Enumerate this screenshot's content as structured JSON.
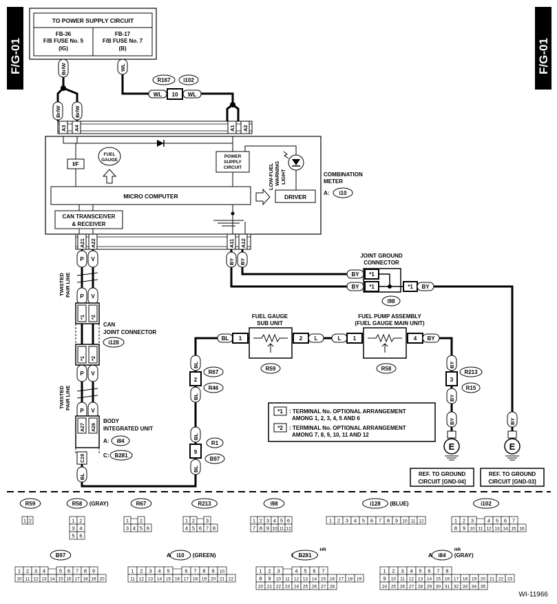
{
  "side_tabs": {
    "left": "F/G-01",
    "right": "F/G-01"
  },
  "power_supply": {
    "title": "TO POWER SUPPLY CIRCUIT",
    "left": {
      "line1": "FB-36",
      "line2": "F/B FUSE No. 5",
      "line3": "(IG)"
    },
    "right": {
      "line1": "FB-17",
      "line2": "F/B FUSE No. 7",
      "line3": "(B)"
    }
  },
  "wires": {
    "brw": "Br/W",
    "wl": "WL",
    "p": "P",
    "v": "V",
    "by": "BY",
    "bl": "BL",
    "l": "L"
  },
  "connectors_top": {
    "r167": "R167",
    "i102": "i102",
    "wl_pin": "10"
  },
  "meter": {
    "name_line1": "COMBINATION",
    "name_line2": "METER",
    "ref_prefix": "A:",
    "ref": "i10",
    "pins_top": [
      "A3",
      "A4",
      "A1",
      "A2"
    ],
    "pins_bottom": [
      "A21",
      "A22",
      "A11",
      "A12"
    ],
    "if_label": "I/F",
    "fuel_gauge": [
      "FUEL",
      "GAUGE"
    ],
    "psu": [
      "POWER",
      "SUPPLY",
      "CIRCUIT"
    ],
    "warning": [
      "LOW-FUEL",
      "WARNING",
      "LIGHT"
    ],
    "micro": "MICRO COMPUTER",
    "driver": "DRIVER",
    "can": [
      "CAN TRANSCEIVER",
      "& RECEIVER"
    ]
  },
  "twisted": [
    "TWISTED",
    "PAIR LINE"
  ],
  "can_joint": {
    "line1": "CAN",
    "line2": "JOINT CONNECTOR",
    "ref": "i128",
    "t1": "*1",
    "t2": "*2"
  },
  "body_unit": {
    "line1": "BODY",
    "line2": "INTEGRATED UNIT",
    "ref_a_prefix": "A:",
    "ref_a": "i84",
    "ref_c_prefix": "C:",
    "ref_c": "B281",
    "pin_a27": "A27",
    "pin_a26": "A26",
    "pin_c19": "C19"
  },
  "ground_connector": {
    "line1": "JOINT GROUND",
    "line2": "CONNECTOR",
    "ref": "i98",
    "t1": "*1"
  },
  "fuel_sub": {
    "line1": "FUEL GAUGE",
    "line2": "SUB UNIT",
    "ref": "R59",
    "pin1": "1",
    "pin2": "2"
  },
  "fuel_main": {
    "line1": "FUEL PUMP ASSEMBLY",
    "line2": "(FUEL GAUGE MAIN UNIT)",
    "ref": "R58",
    "pin1": "1",
    "pin4": "4"
  },
  "side_connectors": {
    "r67": "R67",
    "r46": "R46",
    "pin2": "2",
    "r1": "R1",
    "b97": "B97",
    "pin9": "9",
    "r213": "R213",
    "r15": "R15",
    "pin3": "3"
  },
  "legend": [
    {
      "key": "*1",
      "line1": ": TERMINAL No. OPTIONAL ARRANGEMENT",
      "line2": "AMONG 1, 2, 3, 4, 5 AND 6"
    },
    {
      "key": "*2",
      "line1": ": TERMINAL No. OPTIONAL ARRANGEMENT",
      "line2": "AMONG 7, 8, 9, 10, 11 AND 12"
    }
  ],
  "ground": {
    "symbol": "E",
    "left": {
      "line1": "REF. TO GROUND",
      "line2": "CIRCUIT [GND-04]"
    },
    "right": {
      "line1": "REF. TO GROUND",
      "line2": "CIRCUIT [GND-03]"
    }
  },
  "connector_faces": [
    {
      "id": "R59",
      "extra": "",
      "rows": [
        [
          "1",
          "2"
        ]
      ]
    },
    {
      "id": "R58",
      "extra": "(GRAY)",
      "rows": [
        [
          "1",
          "2"
        ],
        [
          "3",
          "4"
        ],
        [
          "5",
          "6"
        ]
      ]
    },
    {
      "id": "R67",
      "extra": "",
      "rows": [
        [
          "1",
          "",
          "2"
        ],
        [
          "3",
          "4",
          "5",
          "6"
        ]
      ]
    },
    {
      "id": "R213",
      "extra": "",
      "rows": [
        [
          "1",
          "2",
          "",
          "3"
        ],
        [
          "4",
          "5",
          "6",
          "7",
          "8"
        ]
      ]
    },
    {
      "id": "i98",
      "extra": "",
      "rows": [
        [
          "1",
          "2",
          "3",
          "4",
          "5",
          "6"
        ],
        [
          "7",
          "8",
          "9",
          "10",
          "11",
          "12"
        ]
      ]
    },
    {
      "id": "i128",
      "extra": "(BLUE)",
      "rows": [
        [
          "1",
          "2",
          "3",
          "4",
          "5",
          "6",
          "7",
          "8",
          "9",
          "10",
          "11",
          "12"
        ]
      ]
    },
    {
      "id": "i102",
      "extra": "",
      "rows": [
        [
          "1",
          "2",
          "3",
          "",
          "4",
          "5",
          "6",
          "7"
        ],
        [
          "8",
          "9",
          "10",
          "11",
          "12",
          "13",
          "14",
          "15",
          "16"
        ]
      ]
    },
    {
      "id": "B97",
      "extra": "",
      "rows": [
        [
          "1",
          "2",
          "3",
          "4",
          "",
          "5",
          "6",
          "7",
          "8",
          "9"
        ],
        [
          "10",
          "11",
          "12",
          "13",
          "14",
          "15",
          "16",
          "17",
          "18",
          "19",
          "20"
        ]
      ]
    },
    {
      "id": "i10",
      "extra": "(GREEN)",
      "prefix": "A:",
      "rows": [
        [
          "1",
          "2",
          "3",
          "4",
          "5",
          "",
          "6",
          "7",
          "8",
          "9",
          "10"
        ],
        [
          "11",
          "12",
          "13",
          "14",
          "15",
          "16",
          "17",
          "18",
          "19",
          "20",
          "21",
          "22"
        ]
      ]
    },
    {
      "id": "B281",
      "extra": "HR",
      "prefix": "C:",
      "rows": [
        [
          "1",
          "2",
          "3",
          "",
          "4",
          "5",
          "6",
          "7"
        ],
        [
          "8",
          "9",
          "10",
          "11",
          "12",
          "13",
          "14",
          "15",
          "16",
          "17",
          "18",
          "19"
        ],
        [
          "20",
          "21",
          "22",
          "23",
          "24",
          "25",
          "26",
          "27",
          "28"
        ]
      ]
    },
    {
      "id": "i84",
      "extra": "(GRAY)",
      "extra2": "HR",
      "prefix": "A:",
      "rows": [
        [
          "1",
          "2",
          "3",
          "4",
          "5",
          "6",
          "7",
          "8"
        ],
        [
          "9",
          "10",
          "11",
          "12",
          "13",
          "14",
          "15",
          "16",
          "17",
          "18",
          "19",
          "20",
          "21",
          "22",
          "23"
        ],
        [
          "24",
          "25",
          "26",
          "27",
          "28",
          "29",
          "30",
          "31",
          "32",
          "33",
          "34",
          "35"
        ]
      ]
    }
  ],
  "figure_id": "WI-11966"
}
